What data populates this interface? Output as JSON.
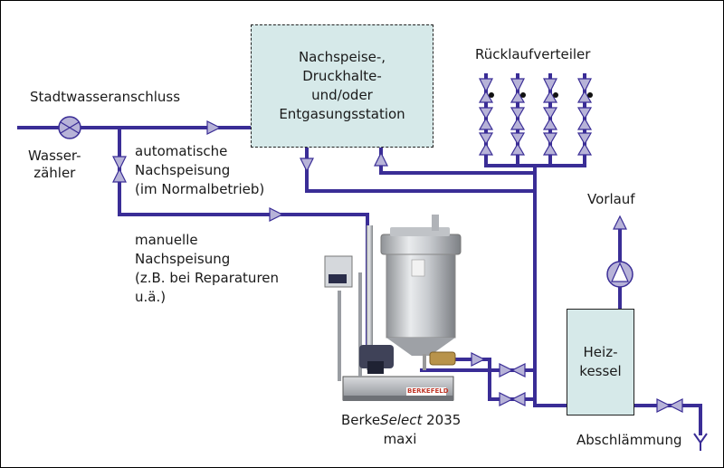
{
  "labels": {
    "stadtwasser": "Stadtwasseranschluss",
    "wasserzaehler": [
      "Wasser-",
      "zähler"
    ],
    "auto": [
      "automatische",
      "Nachspeisung",
      "(im Normalbetrieb)"
    ],
    "manual": [
      "manuelle",
      "Nachspeisung",
      "(z.B. bei Reparaturen",
      "u.ä.)"
    ],
    "station": [
      "Nachspeise-,",
      "Druckhalte-",
      "und/oder",
      "Entgasungsstation"
    ],
    "ruecklauf": "Rücklaufverteiler",
    "vorlauf": "Vorlauf",
    "heizkessel": [
      "Heiz-",
      "kessel"
    ],
    "abschlaemmung": "Abschlämmung",
    "product": {
      "prefix": "Berke",
      "italic": "Select",
      "suffix": " 2035",
      "line2": "maxi"
    },
    "brand_plate": "BERKEFELD"
  },
  "colors": {
    "pipe": "#3a2d96",
    "valve_fill": "#b7b3d8",
    "box_fill": "#d6e9e9"
  }
}
